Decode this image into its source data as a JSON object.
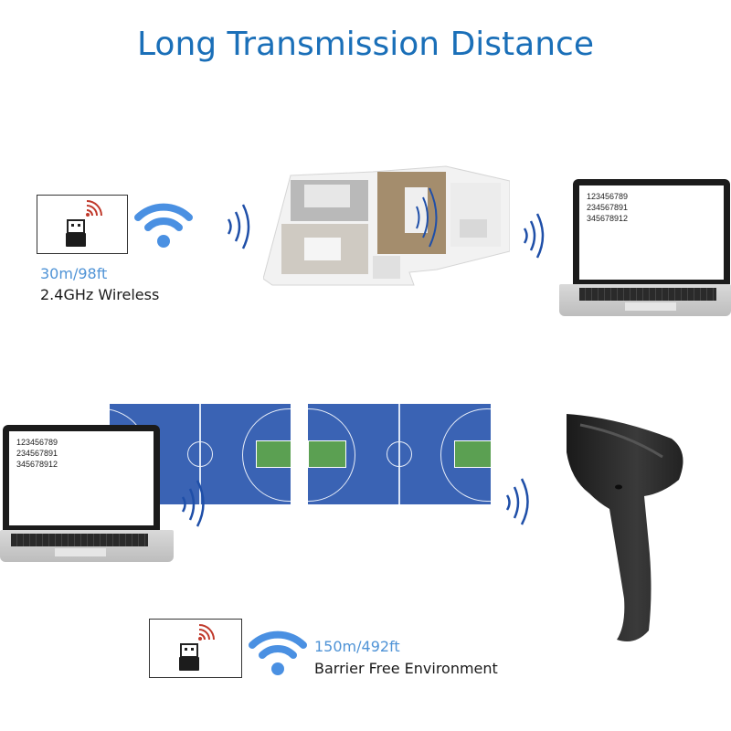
{
  "header": {
    "title": "Long Transmission Distance"
  },
  "colors": {
    "title_blue": "#1a6fb8",
    "distance_blue": "#4f93d6",
    "wifi_blue": "#4a90e2",
    "wave_blue": "#1f4fa8",
    "court_blue": "#3a63b4",
    "court_green": "#5ba052",
    "signal_red": "#c0392b"
  },
  "section_2_4ghz": {
    "distance": "30m/98ft",
    "description": "2.4GHz Wireless",
    "icons": [
      "usb-dongle-icon",
      "wifi-icon",
      "signal-waves-icon",
      "house-floorplan-image",
      "laptop-image"
    ],
    "laptop_screen_lines": [
      "123456789",
      "234567891",
      "345678912"
    ]
  },
  "section_barrier_free": {
    "distance": "150m/492ft",
    "description": "Barrier Free Environment",
    "icons": [
      "laptop-image",
      "basketball-court-image",
      "signal-waves-icon",
      "barcode-scanner-image",
      "usb-dongle-icon",
      "wifi-icon"
    ],
    "laptop_screen_lines": [
      "123456789",
      "234567891",
      "345678912"
    ]
  }
}
